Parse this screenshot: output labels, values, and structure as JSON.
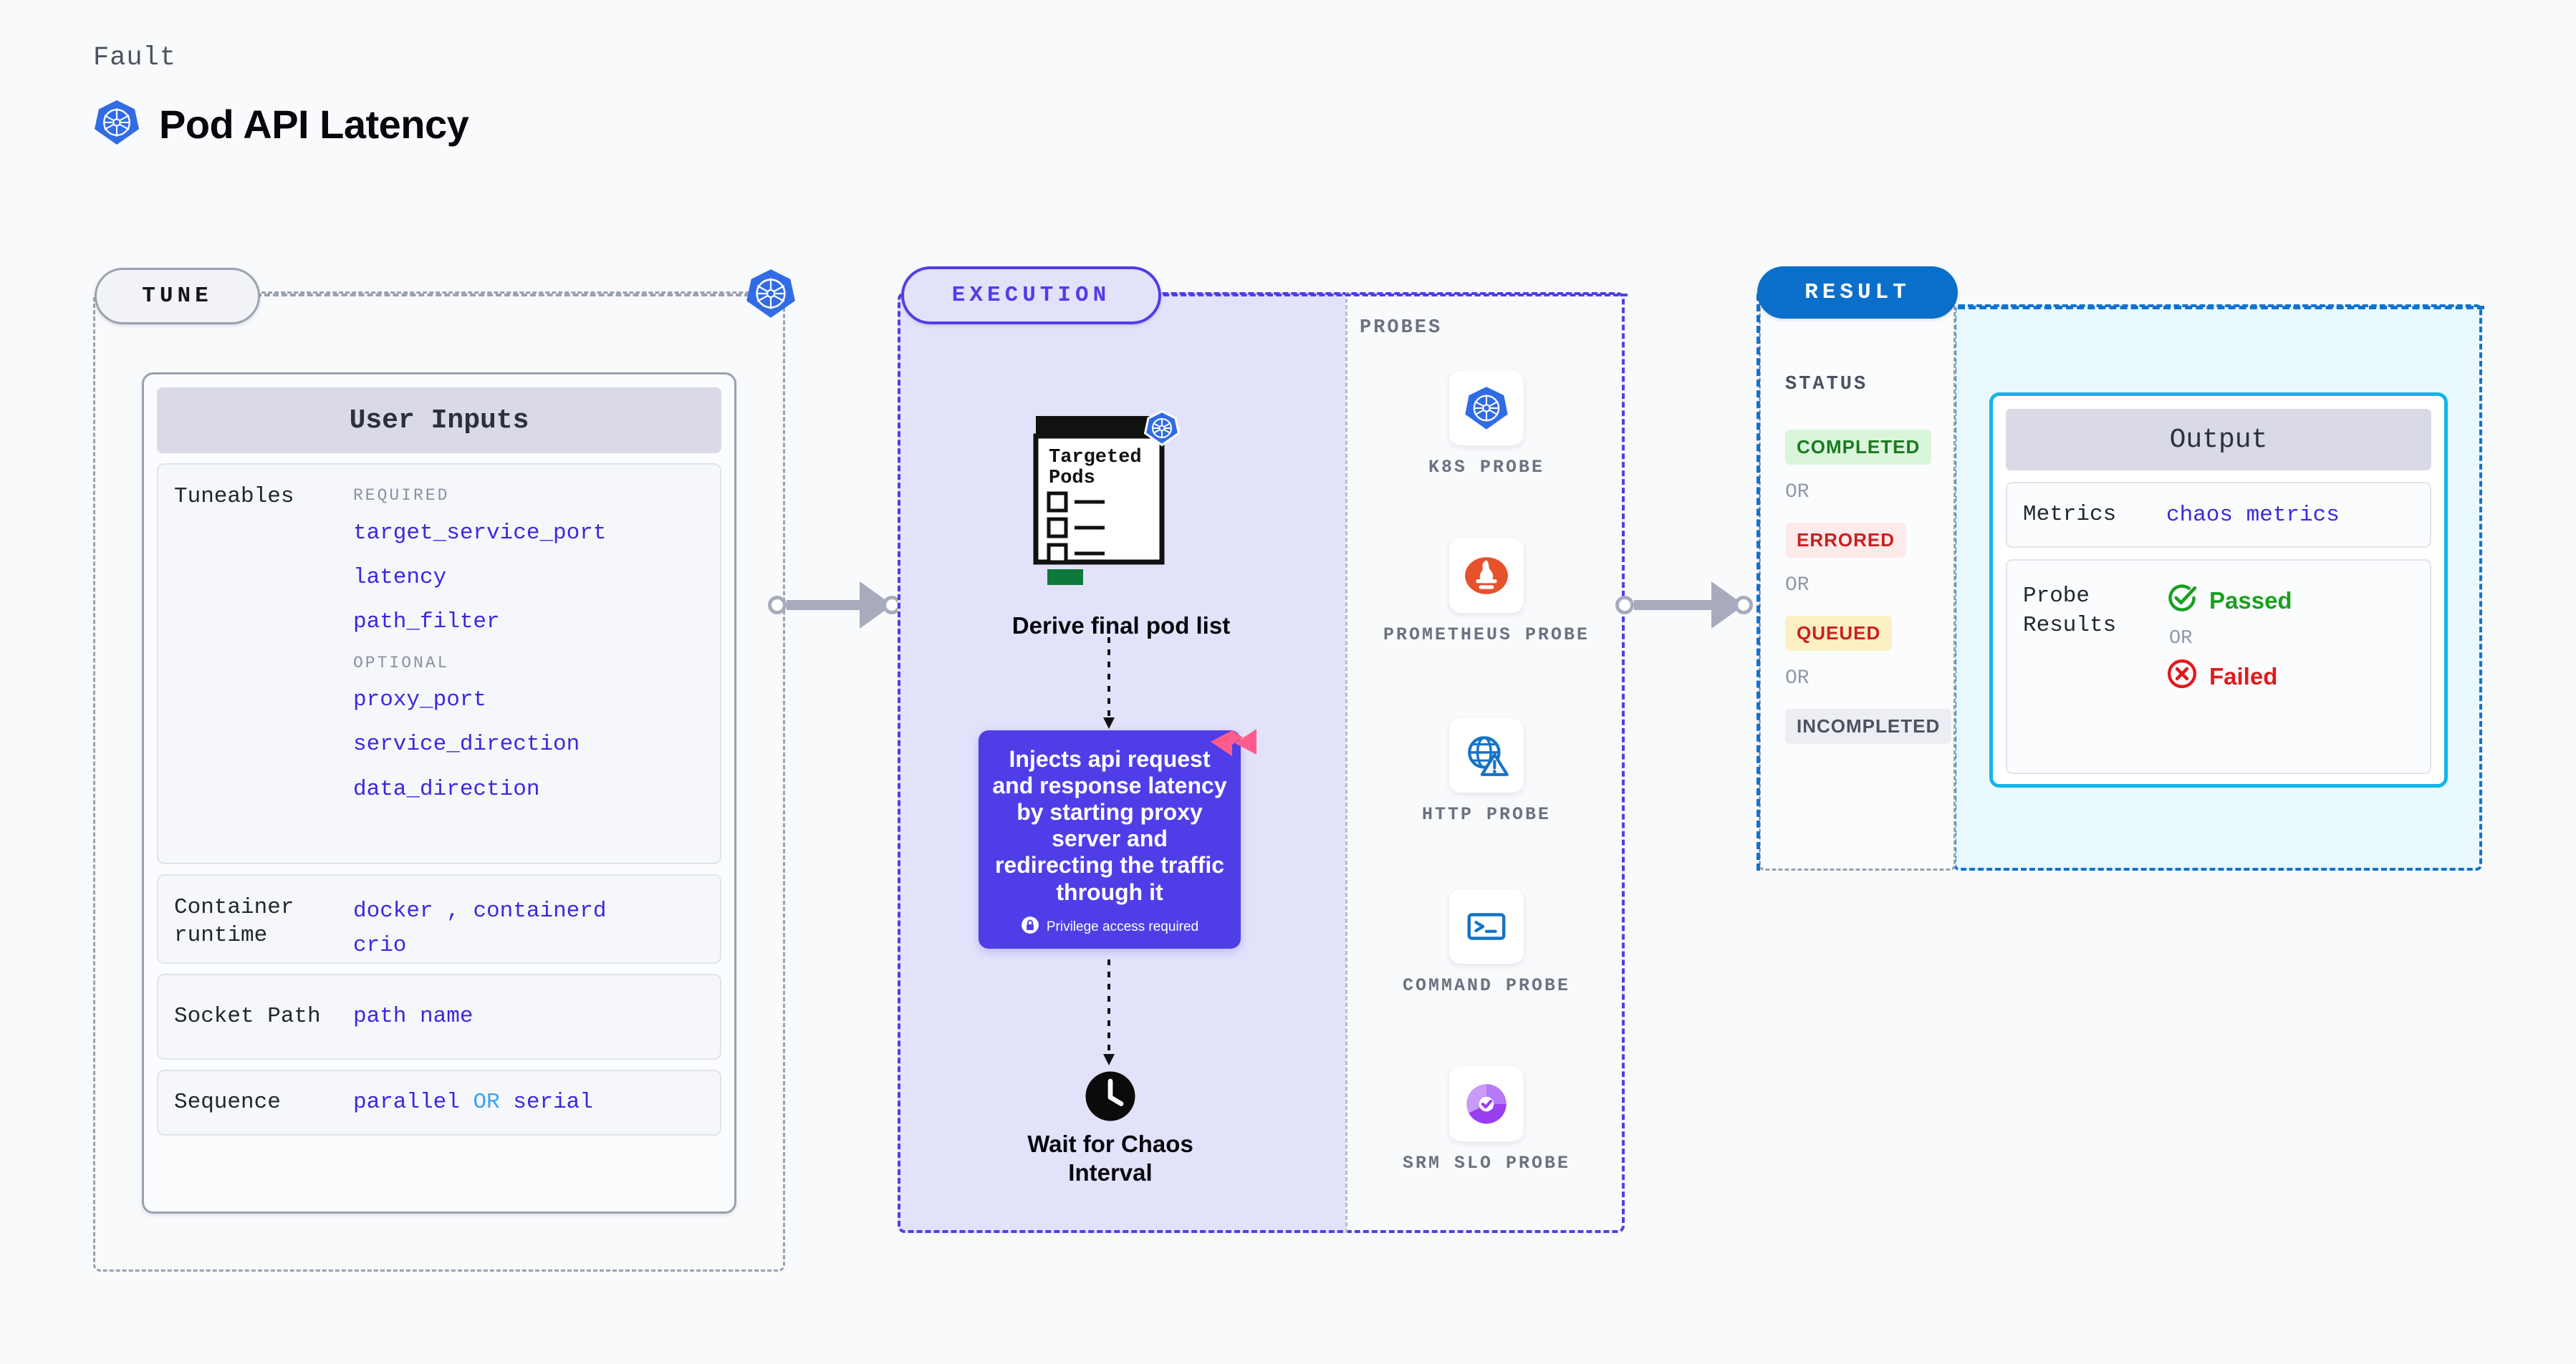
{
  "header": {
    "eyebrow": "Fault",
    "title": "Pod API Latency",
    "icon": "kubernetes-icon"
  },
  "tune": {
    "pill_label": "TUNE",
    "badge_icon": "kubernetes-icon",
    "card_title": "User Inputs",
    "rows": [
      {
        "label": "Tuneables",
        "required_heading": "REQUIRED",
        "required": [
          "target_service_port",
          "latency",
          "path_filter"
        ],
        "optional_heading": "OPTIONAL",
        "optional": [
          "proxy_port",
          "service_direction",
          "data_direction"
        ]
      },
      {
        "label": "Container runtime",
        "values": [
          "docker",
          ",",
          "containerd",
          "crio"
        ]
      },
      {
        "label": "Socket Path",
        "values": [
          "path name"
        ]
      },
      {
        "label": "Sequence",
        "values": [
          "parallel",
          "OR",
          "serial"
        ]
      }
    ]
  },
  "execution": {
    "pill_label": "EXECUTION",
    "pods_card": {
      "title_line1": "Targeted",
      "title_line2": "Pods",
      "icon": "kubernetes-icon"
    },
    "pods_caption": "Derive final pod list",
    "inject_card": {
      "text": "Injects api request and response latency by starting proxy server and redirecting the traffic through it",
      "privilege_note": "Privilege access required",
      "privilege_icon": "lock-icon",
      "brand_icon": "harness-logo-icon",
      "background": "#4f3ee8"
    },
    "wait_step": {
      "icon": "clock-icon",
      "label_line1": "Wait for Chaos",
      "label_line2": "Interval"
    }
  },
  "probes": {
    "heading": "PROBES",
    "items": [
      {
        "label": "K8S PROBE",
        "icon": "kubernetes-icon"
      },
      {
        "label": "PROMETHEUS PROBE",
        "icon": "prometheus-icon"
      },
      {
        "label": "HTTP PROBE",
        "icon": "http-globe-warning-icon"
      },
      {
        "label": "COMMAND PROBE",
        "icon": "terminal-icon"
      },
      {
        "label": "SRM SLO PROBE",
        "icon": "srm-slo-donut-icon"
      }
    ]
  },
  "result": {
    "pill_label": "RESULT",
    "status_heading": "STATUS",
    "or_label": "OR",
    "statuses": [
      {
        "label": "COMPLETED",
        "color": "#1a7a1f",
        "background": "#d9f5db"
      },
      {
        "label": "ERRORED",
        "color": "#cc1f1f",
        "background": "#fdeaea"
      },
      {
        "label": "QUEUED",
        "color": "#cc1f1f",
        "background": "#fcefc3"
      },
      {
        "label": "INCOMPLETED",
        "color": "#4b5260",
        "background": "#eceef3"
      }
    ],
    "output": {
      "title": "Output",
      "metrics_label": "Metrics",
      "metrics_value": "chaos metrics",
      "probe_results_label": "Probe Results",
      "passed_label": "Passed",
      "passed_icon": "check-circle-icon",
      "failed_label": "Failed",
      "failed_icon": "x-circle-icon",
      "or_label": "OR"
    }
  },
  "colors": {
    "accent_purple": "#4f3ee8",
    "accent_blue": "#0a6fca",
    "accent_cyan": "#14b4e8",
    "tuneable_blue": "#3b28e0",
    "canvas": "#f9fafc"
  }
}
